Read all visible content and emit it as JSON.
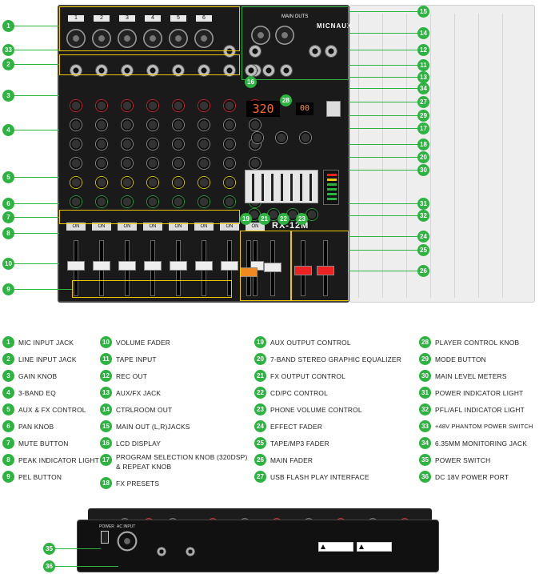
{
  "mixer": {
    "brand": "MICNAUX",
    "model": "RX-12M",
    "lcd_program": "320",
    "lcd_repeat": "00",
    "main_outs_label": "MAIN OUTS",
    "channel_numbers": [
      "1",
      "2",
      "3",
      "4",
      "5",
      "6"
    ],
    "mute_label": "ON"
  },
  "callouts": [
    "1",
    "2",
    "3",
    "4",
    "5",
    "6",
    "7",
    "8",
    "9",
    "10",
    "11",
    "12",
    "13",
    "14",
    "15",
    "16",
    "17",
    "18",
    "19",
    "20",
    "21",
    "22",
    "23",
    "24",
    "25",
    "26",
    "27",
    "28",
    "29",
    "30",
    "31",
    "32",
    "33",
    "34",
    "35",
    "36"
  ],
  "legend": {
    "col1": [
      {
        "num": "1",
        "text": "MIC INPUT JACK"
      },
      {
        "num": "2",
        "text": "LINE INPUT JACK"
      },
      {
        "num": "3",
        "text": "GAIN KNOB"
      },
      {
        "num": "4",
        "text": "3-BAND EQ"
      },
      {
        "num": "5",
        "text": "AUX & FX CONTROL"
      },
      {
        "num": "6",
        "text": "PAN KNOB"
      },
      {
        "num": "7",
        "text": "MUTE BUTTON"
      },
      {
        "num": "8",
        "text": "PEAK INDICATOR LIGHT"
      },
      {
        "num": "9",
        "text": "PEL BUTTON"
      }
    ],
    "col2": [
      {
        "num": "10",
        "text": "VOLUME FADER"
      },
      {
        "num": "11",
        "text": "TAPE INPUT"
      },
      {
        "num": "12",
        "text": "REC OUT"
      },
      {
        "num": "13",
        "text": "AUX/FX JACK"
      },
      {
        "num": "14",
        "text": "CTRLROOM OUT"
      },
      {
        "num": "15",
        "text": "MAIN OUT (L,R)JACKS"
      },
      {
        "num": "16",
        "text": "LCD DISPLAY"
      },
      {
        "num": "17",
        "text": "PROGRAM SELECTION KNOB (320DSP) & REPEAT KNOB"
      },
      {
        "num": "18",
        "text": "FX PRESETS"
      }
    ],
    "col3": [
      {
        "num": "19",
        "text": "AUX OUTPUT CONTROL"
      },
      {
        "num": "20",
        "text": "7-BAND STEREO GRAPHIC EQUALIZER"
      },
      {
        "num": "21",
        "text": "FX OUTPUT CONTROL"
      },
      {
        "num": "22",
        "text": "CD/PC CONTROL"
      },
      {
        "num": "23",
        "text": "PHONE VOLUME CONTROL"
      },
      {
        "num": "24",
        "text": "EFFECT FADER"
      },
      {
        "num": "25",
        "text": "TAPE/MP3 FADER"
      },
      {
        "num": "26",
        "text": "MAIN FADER"
      },
      {
        "num": "27",
        "text": "USB FLASH PLAY INTERFACE"
      }
    ],
    "col4": [
      {
        "num": "28",
        "text": "PLAYER CONTROL KNOB"
      },
      {
        "num": "29",
        "text": "MODE BUTTON"
      },
      {
        "num": "30",
        "text": "MAIN LEVEL METERS"
      },
      {
        "num": "31",
        "text": "POWER  INDICATOR LIGHT"
      },
      {
        "num": "32",
        "text": "PFL/AFL INDICATOR LIGHT"
      },
      {
        "num": "33",
        "text": "+48V PHANTOM POWER SWITCH"
      },
      {
        "num": "34",
        "text": "6.35MM MONITORING JACK"
      },
      {
        "num": "35",
        "text": "POWER SWITCH"
      },
      {
        "num": "36",
        "text": "DC 18V POWER PORT"
      }
    ]
  },
  "rear": {
    "power_label": "POWER",
    "ac_label": "AC INPUT"
  },
  "colors": {
    "accent": "#2db340",
    "highlight_yellow": "#f0c800",
    "lcd_orange": "#ff6a1a"
  }
}
